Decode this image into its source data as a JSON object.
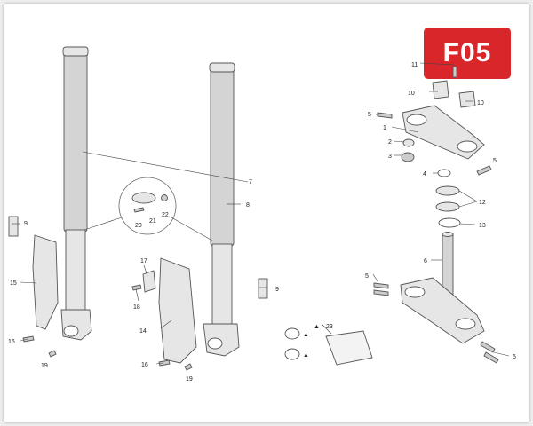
{
  "page_code": "F05",
  "colors": {
    "badge": "#d8262b",
    "part_fill": "#e6e6e6",
    "tube_fill": "#d4d4d4",
    "line": "#555555"
  },
  "callouts": {
    "c1": "1",
    "c2": "2",
    "c3": "3",
    "c4": "4",
    "c5a": "5",
    "c5b": "5",
    "c5c": "5",
    "c5d": "5",
    "c6": "6",
    "c7": "7",
    "c8": "8",
    "c9a": "9",
    "c9b": "9",
    "c10a": "10",
    "c10b": "10",
    "c11": "11",
    "c12": "12",
    "c13": "13",
    "c14": "14",
    "c15": "15",
    "c16a": "16",
    "c16b": "16",
    "c17": "17",
    "c18": "18",
    "c19a": "19",
    "c19b": "19",
    "c20": "20",
    "c21": "21",
    "c22": "22",
    "c23": "23"
  },
  "kit_marker": "▲"
}
